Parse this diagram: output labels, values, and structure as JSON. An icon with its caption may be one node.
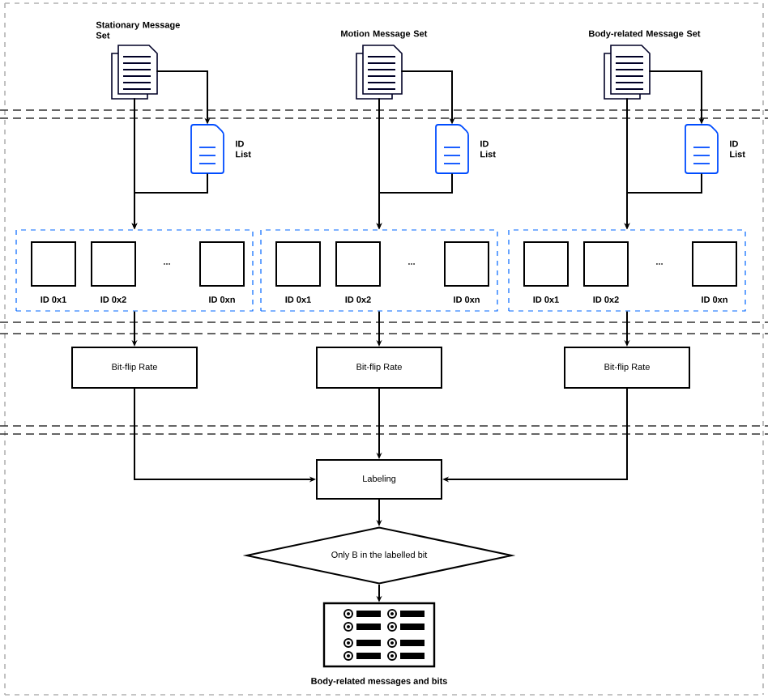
{
  "diagram": {
    "nodes": [
      {
        "text": [
          "Stationary Message Set"
        ]
      },
      {
        "text": [
          "ID List"
        ]
      },
      {
        "text": [],
        "shape": "box"
      },
      {
        "text": [
          "ID 0x1"
        ],
        "in": 2
      },
      {
        "text": [
          "ID 0x2"
        ],
        "in": 2
      },
      {
        "text": [
          "ID 0xn"
        ],
        "in": 2
      },
      {
        "text": [
          "Bit-flip Rate"
        ]
      },
      {
        "text": [
          "Motion Message Set"
        ]
      },
      {
        "text": [
          "ID List"
        ]
      },
      {
        "text": [],
        "shape": "box"
      },
      {
        "text": [
          "ID 0x1"
        ],
        "in": 9
      },
      {
        "text": [
          "ID 0x2"
        ],
        "in": 9
      },
      {
        "text": [
          "ID 0xn"
        ],
        "in": 9
      },
      {
        "text": [
          "Bit-flip Rate"
        ]
      },
      {
        "text": [
          "Body-related Message Set"
        ]
      },
      {
        "text": [
          "ID List"
        ]
      },
      {
        "text": [],
        "shape": "box"
      },
      {
        "text": [
          "ID 0x1"
        ],
        "in": 16
      },
      {
        "text": [
          "ID 0x2"
        ],
        "in": 16
      },
      {
        "text": [
          "ID 0xn"
        ],
        "in": 16
      },
      {
        "text": [
          "Bit-flip Rate"
        ]
      },
      {
        "text": [
          "Labeling"
        ]
      },
      {
        "text": [
          "Only B in the labelled bit"
        ]
      },
      {
        "text": [
          "Body-related messages and bits"
        ]
      }
    ],
    "edges": [
      {
        "from": 0,
        "to": 1,
        "arrow": "to"
      },
      {
        "from": 0,
        "to": 2,
        "arrow": "to"
      },
      {
        "from": 1,
        "to": 2,
        "arrow": "to"
      },
      {
        "from": 2,
        "to": 6,
        "arrow": "to"
      },
      {
        "from": 6,
        "to": 21,
        "arrow": "to"
      },
      {
        "from": 7,
        "to": 8,
        "arrow": "to"
      },
      {
        "from": 7,
        "to": 9,
        "arrow": "to"
      },
      {
        "from": 8,
        "to": 9,
        "arrow": "to"
      },
      {
        "from": 9,
        "to": 13,
        "arrow": "to"
      },
      {
        "from": 13,
        "to": 21,
        "arrow": "to"
      },
      {
        "from": 14,
        "to": 15,
        "arrow": "to"
      },
      {
        "from": 14,
        "to": 16,
        "arrow": "to"
      },
      {
        "from": 15,
        "to": 16,
        "arrow": "to"
      },
      {
        "from": 16,
        "to": 20,
        "arrow": "to"
      },
      {
        "from": 20,
        "to": 21,
        "arrow": "to"
      },
      {
        "from": 21,
        "to": 22,
        "arrow": "to"
      },
      {
        "from": 22,
        "to": 23,
        "arrow": "to"
      }
    ],
    "labels": [
      "...",
      "...",
      "..."
    ]
  }
}
